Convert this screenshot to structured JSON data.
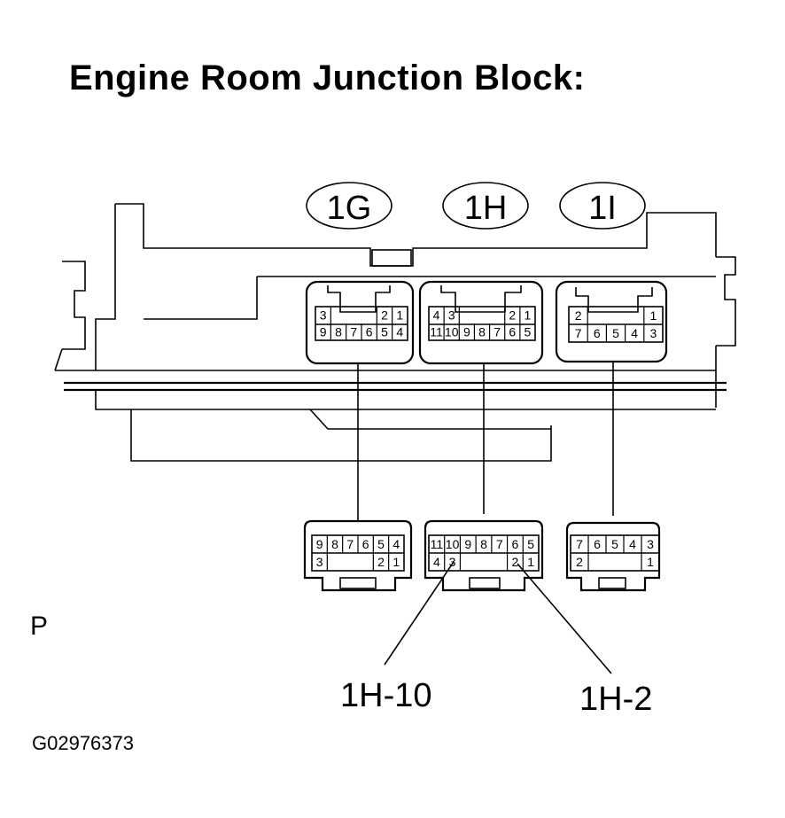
{
  "title": "Engine Room Junction Block:",
  "connectors": [
    {
      "label": "1G",
      "top_view": {
        "row1": [
          "3",
          "",
          "",
          "",
          "2",
          "1"
        ],
        "row2": [
          "9",
          "8",
          "7",
          "6",
          "5",
          "4"
        ]
      },
      "front_view": {
        "row1": [
          "9",
          "8",
          "7",
          "6",
          "5",
          "4"
        ],
        "row2": [
          "3",
          "",
          "",
          "",
          "2",
          "1"
        ]
      }
    },
    {
      "label": "1H",
      "top_view": {
        "row1": [
          "4",
          "3",
          "",
          "",
          "",
          "2",
          "1"
        ],
        "row2": [
          "11",
          "10",
          "9",
          "8",
          "7",
          "6",
          "5"
        ]
      },
      "front_view": {
        "row1": [
          "11",
          "10",
          "9",
          "8",
          "7",
          "6",
          "5"
        ],
        "row2": [
          "4",
          "3",
          "",
          "",
          "",
          "2",
          "1"
        ]
      }
    },
    {
      "label": "1I",
      "top_view": {
        "row1": [
          "2",
          "",
          "",
          "",
          "1"
        ],
        "row2": [
          "7",
          "6",
          "5",
          "4",
          "3"
        ]
      },
      "front_view": {
        "row1": [
          "7",
          "6",
          "5",
          "4",
          "3"
        ],
        "row2": [
          "2",
          "",
          "",
          "",
          "1"
        ]
      }
    }
  ],
  "callouts": {
    "left": "1H-10",
    "right": "1H-2"
  },
  "side_letter": "P",
  "figure_id": "G02976373"
}
